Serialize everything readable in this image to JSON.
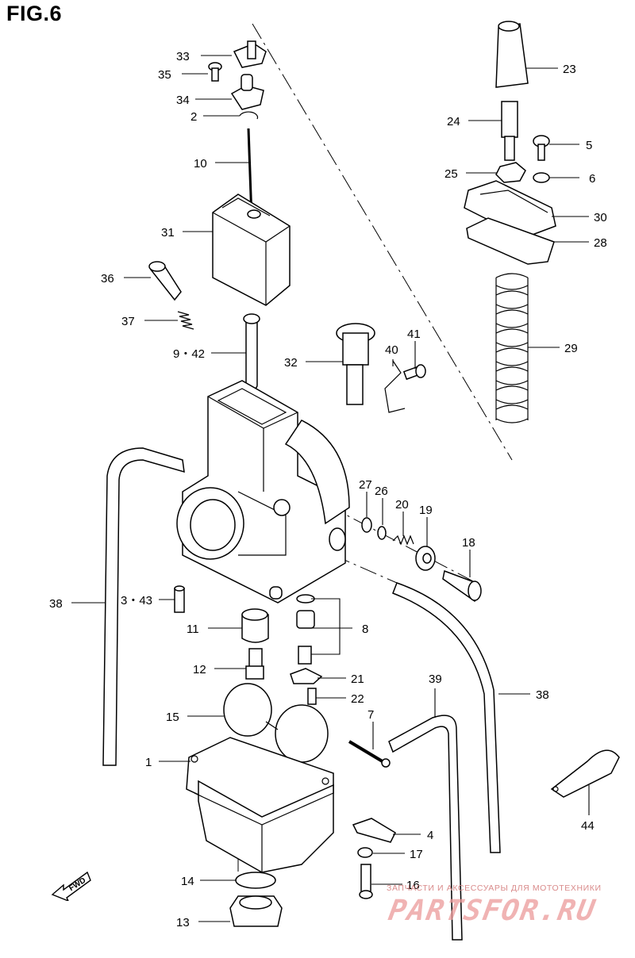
{
  "figure_title": "FIG.6",
  "watermark": {
    "caption": "ЗАПЧАСТИ И АКСЕССУАРЫ ДЛЯ МОТОТЕХНИКИ",
    "brand": "PARTSFOR.RU"
  },
  "fwd_label": "FWD",
  "callouts": {
    "c33": "33",
    "c35": "35",
    "c34": "34",
    "c2": "2",
    "c10": "10",
    "c31": "31",
    "c36": "36",
    "c37": "37",
    "c9_42": "9・42",
    "c32": "32",
    "c40": "40",
    "c41": "41",
    "c23": "23",
    "c24": "24",
    "c5": "5",
    "c25": "25",
    "c6": "6",
    "c30": "30",
    "c28": "28",
    "c29": "29",
    "c27": "27",
    "c26": "26",
    "c20": "20",
    "c19": "19",
    "c18": "18",
    "c38a": "38",
    "c3_43": "3・43",
    "c11": "11",
    "c8": "8",
    "c12": "12",
    "c21": "21",
    "c22": "22",
    "c39": "39",
    "c38b": "38",
    "c15": "15",
    "c7": "7",
    "c1": "1",
    "c44": "44",
    "c4": "4",
    "c17": "17",
    "c14": "14",
    "c16": "16",
    "c13": "13"
  }
}
